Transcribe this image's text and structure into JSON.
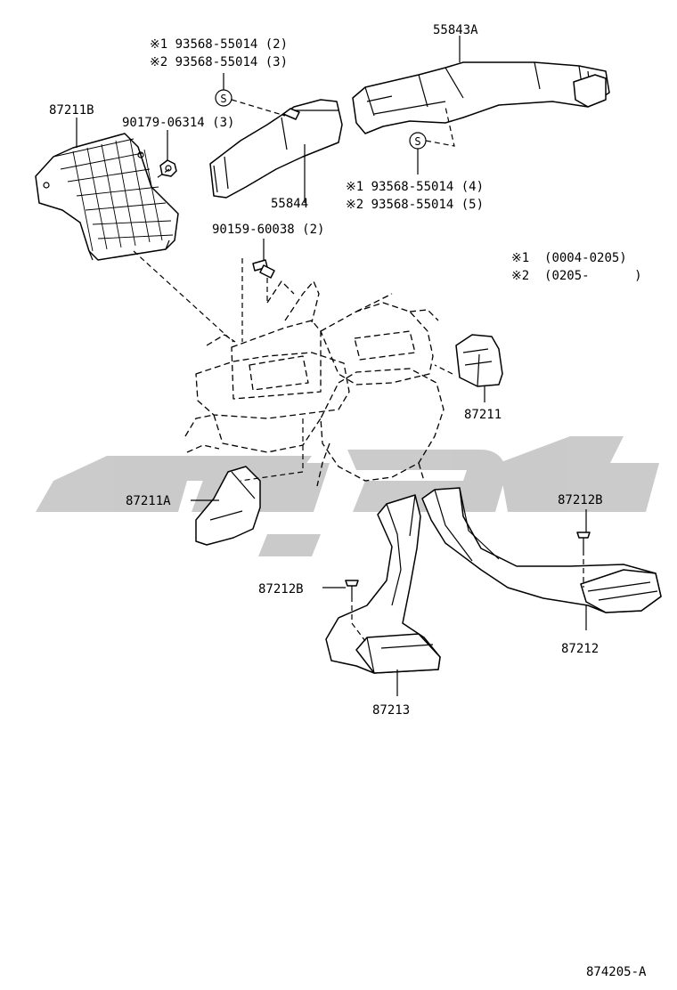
{
  "labels": {
    "p87211B": "87211B",
    "p55843A": "55843A",
    "p55844": "55844",
    "p87211": "87211",
    "p87211A": "87211A",
    "p87212B_right": "87212B",
    "p87212B_left": "87212B",
    "p87212": "87212",
    "p87213": "87213",
    "clip_top_1": "※1 93568-55014 (2)",
    "clip_top_2": "※2 93568-55014 (3)",
    "clip_mid_1": "※1 93568-55014 (4)",
    "clip_mid_2": "※2 93568-55014 (5)",
    "nut": "90179-06314 (3)",
    "bolt": "90159-60038 (2)",
    "range_1": "※1  (0004-0205)",
    "range_2": "※2  (0205-      )",
    "clip_symbol": "S",
    "figure_code": "874205-A"
  },
  "watermark_color": "#c8c8c8"
}
